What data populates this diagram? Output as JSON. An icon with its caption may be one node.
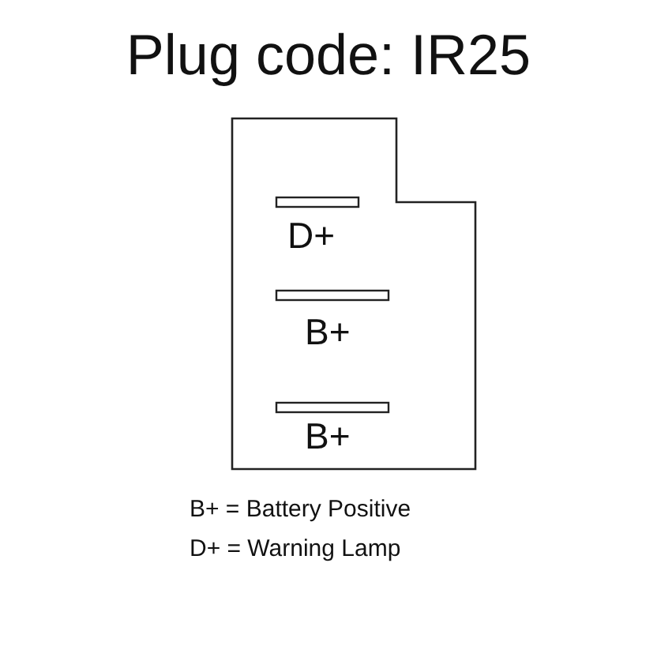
{
  "diagram": {
    "title": "Plug code: IR25",
    "labels": [
      "D+",
      "B+",
      "B+",
      "B+ = Battery Positive",
      "D+ = Warning Lamp"
    ]
  }
}
